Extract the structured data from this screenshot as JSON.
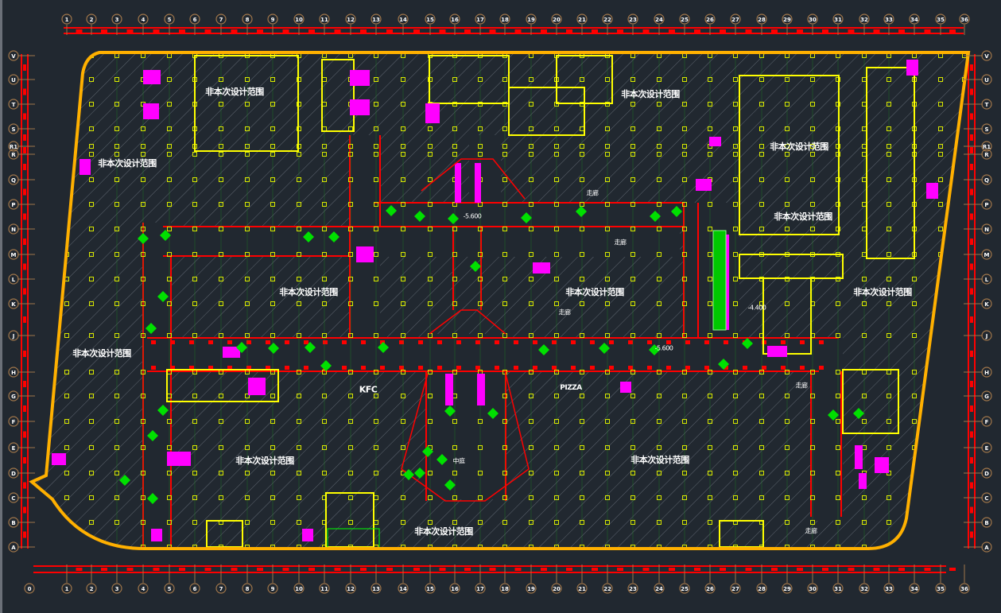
{
  "drawing": {
    "column_axes": [
      "1",
      "2",
      "3",
      "4",
      "5",
      "6",
      "7",
      "8",
      "9",
      "10",
      "11",
      "12",
      "13",
      "14",
      "15",
      "16",
      "17",
      "18",
      "19",
      "20",
      "21",
      "22",
      "23",
      "24",
      "25",
      "26",
      "27",
      "28",
      "29",
      "30",
      "31",
      "32",
      "33",
      "34",
      "35",
      "36"
    ],
    "row_axes": [
      "V",
      "U",
      "T",
      "S",
      "R1",
      "R",
      "Q",
      "P",
      "N",
      "M",
      "L",
      "K",
      "J",
      "H",
      "G",
      "F",
      "E",
      "D",
      "C",
      "B",
      "A"
    ],
    "zones": [
      {
        "label": "非本次设计范围"
      },
      {
        "label": "非本次设计范围"
      },
      {
        "label": "非本次设计范围"
      },
      {
        "label": "非本次设计范围"
      },
      {
        "label": "非本次设计范围"
      },
      {
        "label": "非本次设计范围"
      },
      {
        "label": "非本次设计范围"
      },
      {
        "label": "非本次设计范围"
      },
      {
        "label": "非本次设计范围"
      },
      {
        "label": "非本次设计范围"
      },
      {
        "label": "非本次设计范围"
      },
      {
        "label": "非本次设计范围"
      }
    ],
    "stores": [
      {
        "label": "KFC"
      },
      {
        "label": "PIZZA"
      }
    ],
    "corridors": [
      {
        "label": "走廊"
      },
      {
        "label": "走廊"
      },
      {
        "label": "走廊"
      },
      {
        "label": "走廊"
      },
      {
        "label": "走廊"
      }
    ],
    "atrium_label": "中庭",
    "elevation_labels": [
      "-5.600",
      "-5.600",
      "-4.400"
    ]
  },
  "colors": {
    "background": "#212830",
    "outline": "#ffb000",
    "wall": "#ffff00",
    "corridor": "#ff0000",
    "axis": "#a0764a",
    "stair": "#ff00ff",
    "marker": "#00e000",
    "hatch": "#6e7680"
  }
}
